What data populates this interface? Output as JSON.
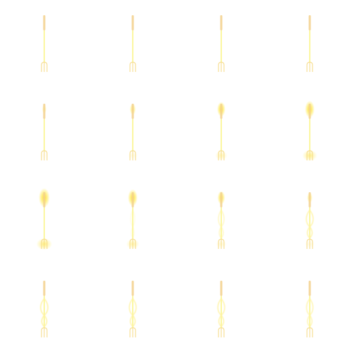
{
  "sprite_sheet": {
    "grid": {
      "columns": 4,
      "rows": 4
    },
    "colors": {
      "rod_tip": "#f3d28e",
      "rod": "#fbf79a",
      "glow": "#ffe94a",
      "glow_core": "#ffdc2a",
      "loop": "#fff3a0",
      "prongs": "#f6dc8a"
    },
    "frames": [
      {
        "glow_level": 0.0,
        "bottom_glow": 0.0,
        "loop_level": 0.0
      },
      {
        "glow_level": 0.0,
        "bottom_glow": 0.0,
        "loop_level": 0.0
      },
      {
        "glow_level": 0.0,
        "bottom_glow": 0.0,
        "loop_level": 0.0
      },
      {
        "glow_level": 0.0,
        "bottom_glow": 0.0,
        "loop_level": 0.0
      },
      {
        "glow_level": 0.05,
        "bottom_glow": 0.05,
        "loop_level": 0.0
      },
      {
        "glow_level": 0.3,
        "bottom_glow": 0.2,
        "loop_level": 0.0
      },
      {
        "glow_level": 0.6,
        "bottom_glow": 0.5,
        "loop_level": 0.0
      },
      {
        "glow_level": 0.8,
        "bottom_glow": 0.8,
        "loop_level": 0.0
      },
      {
        "glow_level": 1.0,
        "bottom_glow": 0.9,
        "loop_level": 0.0
      },
      {
        "glow_level": 0.8,
        "bottom_glow": 0.6,
        "loop_level": 0.2
      },
      {
        "glow_level": 0.5,
        "bottom_glow": 0.3,
        "loop_level": 0.6
      },
      {
        "glow_level": 0.2,
        "bottom_glow": 0.2,
        "loop_level": 0.9
      },
      {
        "glow_level": 0.0,
        "bottom_glow": 0.0,
        "loop_level": 1.0
      },
      {
        "glow_level": 0.0,
        "bottom_glow": 0.0,
        "loop_level": 0.9
      },
      {
        "glow_level": 0.0,
        "bottom_glow": 0.0,
        "loop_level": 0.9
      },
      {
        "glow_level": 0.0,
        "bottom_glow": 0.0,
        "loop_level": 0.8
      }
    ]
  }
}
